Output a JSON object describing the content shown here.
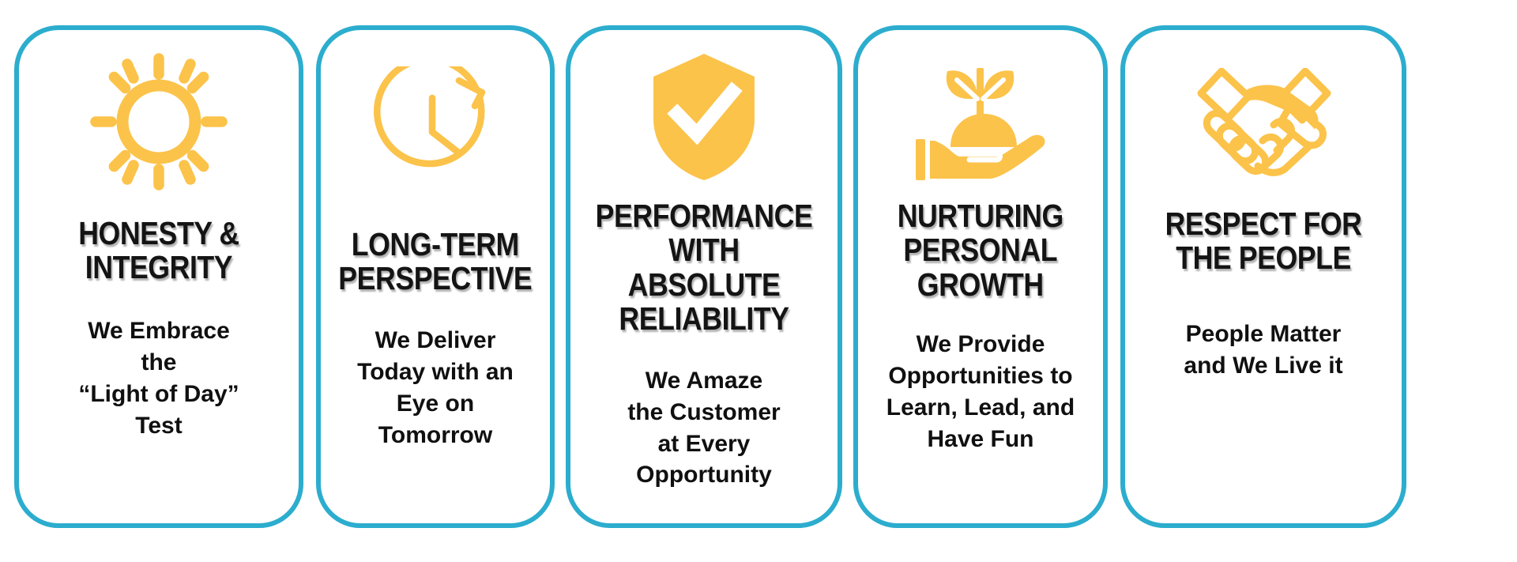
{
  "page": {
    "background_color": "#ffffff",
    "accent_border_color": "#2CADCE",
    "icon_color": "#FBC34A",
    "title_color": "#141414",
    "body_color": "#101010"
  },
  "cards": [
    {
      "icon": "sun-icon",
      "title": "HONESTY &\nINTEGRITY",
      "title_lines": [
        "HONESTY &",
        "INTEGRITY"
      ],
      "body": "We Embrace\nthe\n“Light of Day”\nTest",
      "body_lines": [
        "We Embrace",
        "the",
        "“Light of Day”",
        "Test"
      ]
    },
    {
      "icon": "clock-arrow-icon",
      "title": "LONG-TERM\nPERSPECTIVE",
      "title_lines": [
        "LONG-TERM",
        "PERSPECTIVE"
      ],
      "body": "We Deliver\nToday with an\nEye on\nTomorrow",
      "body_lines": [
        "We Deliver",
        "Today with an",
        "Eye on",
        "Tomorrow"
      ]
    },
    {
      "icon": "shield-check-icon",
      "title": "PERFORMANCE\nWITH ABSOLUTE\nRELIABILITY",
      "title_lines": [
        "PERFORMANCE",
        "WITH ABSOLUTE",
        "RELIABILITY"
      ],
      "body": "We Amaze\nthe Customer\nat Every\nOpportunity",
      "body_lines": [
        "We Amaze",
        "the Customer",
        "at Every",
        "Opportunity"
      ]
    },
    {
      "icon": "hand-sprout-icon",
      "title": "NURTURING\nPERSONAL\nGROWTH",
      "title_lines": [
        "NURTURING",
        "PERSONAL",
        "GROWTH"
      ],
      "body": "We Provide\nOpportunities to\nLearn, Lead, and\nHave Fun",
      "body_lines": [
        "We Provide",
        "Opportunities to",
        "Learn, Lead, and",
        "Have Fun"
      ]
    },
    {
      "icon": "handshake-icon",
      "title": "RESPECT FOR\nTHE PEOPLE",
      "title_lines": [
        "RESPECT FOR",
        "THE PEOPLE"
      ],
      "body": "People Matter\nand We Live it",
      "body_lines": [
        "People Matter",
        "and We Live it"
      ]
    }
  ]
}
